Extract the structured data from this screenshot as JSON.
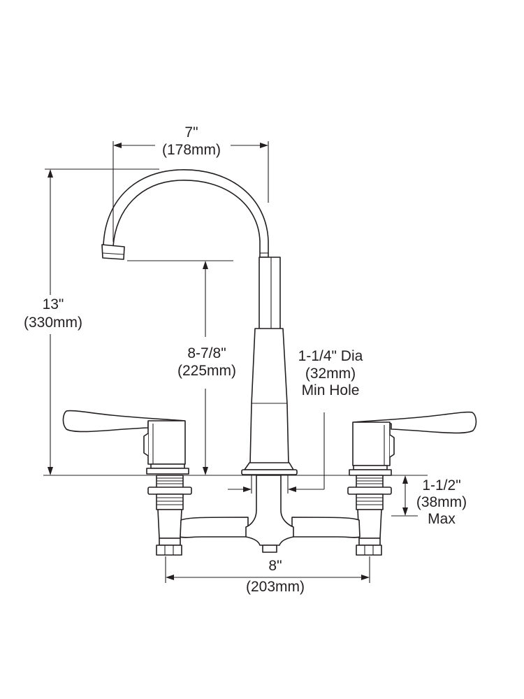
{
  "dimensions": {
    "spout_reach": {
      "imperial": "7\"",
      "metric": "(178mm)"
    },
    "overall_height": {
      "imperial": "13\"",
      "metric": "(330mm)"
    },
    "spout_clearance": {
      "imperial": "8-7/8\"",
      "metric": "(225mm)"
    },
    "min_hole": {
      "line1": "1-1/4\" Dia",
      "line2": "(32mm)",
      "line3": "Min Hole"
    },
    "max_deck": {
      "imperial": "1-1/2\"",
      "metric": "(38mm)",
      "note": "Max"
    },
    "centers": {
      "imperial": "8\"",
      "metric": "(203mm)"
    }
  },
  "colors": {
    "line": "#231f20",
    "background": "#ffffff"
  }
}
